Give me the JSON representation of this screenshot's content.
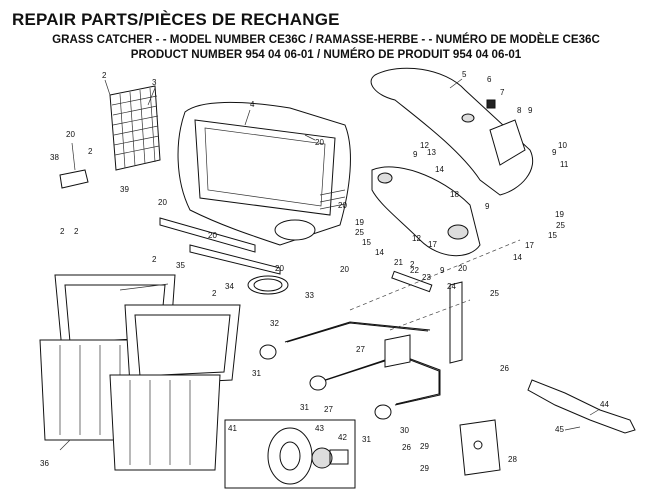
{
  "header": {
    "title": "REPAIR PARTS/PIÈCES DE RECHANGE",
    "line1": "GRASS CATCHER - - MODEL NUMBER  CE36C / RAMASSE-HERBE - - NUMÉRO DE MODÈLE CE36C",
    "line2": "PRODUCT NUMBER 954 04 06-01 / NUMÉRO DE PRODUIT 954 04 06-01"
  },
  "callouts": {
    "c2a": "2",
    "c3": "3",
    "c4": "4",
    "c5": "5",
    "c6": "6",
    "c7": "7",
    "c8": "8",
    "c9a": "9",
    "c20a": "20",
    "c38": "38",
    "c2b": "2",
    "c20b": "20",
    "c2c": "2",
    "c2d": "2",
    "c39": "39",
    "c20c": "20",
    "c20d": "20",
    "c2e": "2",
    "c20e": "20",
    "c20f": "20",
    "c10": "10",
    "c9b": "9",
    "c11": "11",
    "c12a": "12",
    "c13": "13",
    "c9c": "9",
    "c14a": "14",
    "c18": "18",
    "c19a": "19",
    "c25a": "25",
    "c15a": "15",
    "c9d": "9",
    "c19b": "19",
    "c25b": "25",
    "c15b": "15",
    "c17a": "17",
    "c12b": "12",
    "c17b": "17",
    "c14b": "14",
    "c14c": "14",
    "c21": "21",
    "c22": "22",
    "c23": "23",
    "c9e": "9",
    "c20g": "20",
    "c2f": "2",
    "c35": "35",
    "c34": "34",
    "c20h": "20",
    "c2g": "2",
    "c33": "33",
    "c24": "24",
    "c25c": "25",
    "c32": "32",
    "c27a": "27",
    "c31a": "31",
    "c26a": "26",
    "c31b": "31",
    "c27b": "27",
    "c31c": "31",
    "c30": "30",
    "c26b": "26",
    "c29a": "29",
    "c29b": "29",
    "c28": "28",
    "c44": "44",
    "c45": "45",
    "c41": "41",
    "c43": "43",
    "c42": "42",
    "c36": "36"
  }
}
